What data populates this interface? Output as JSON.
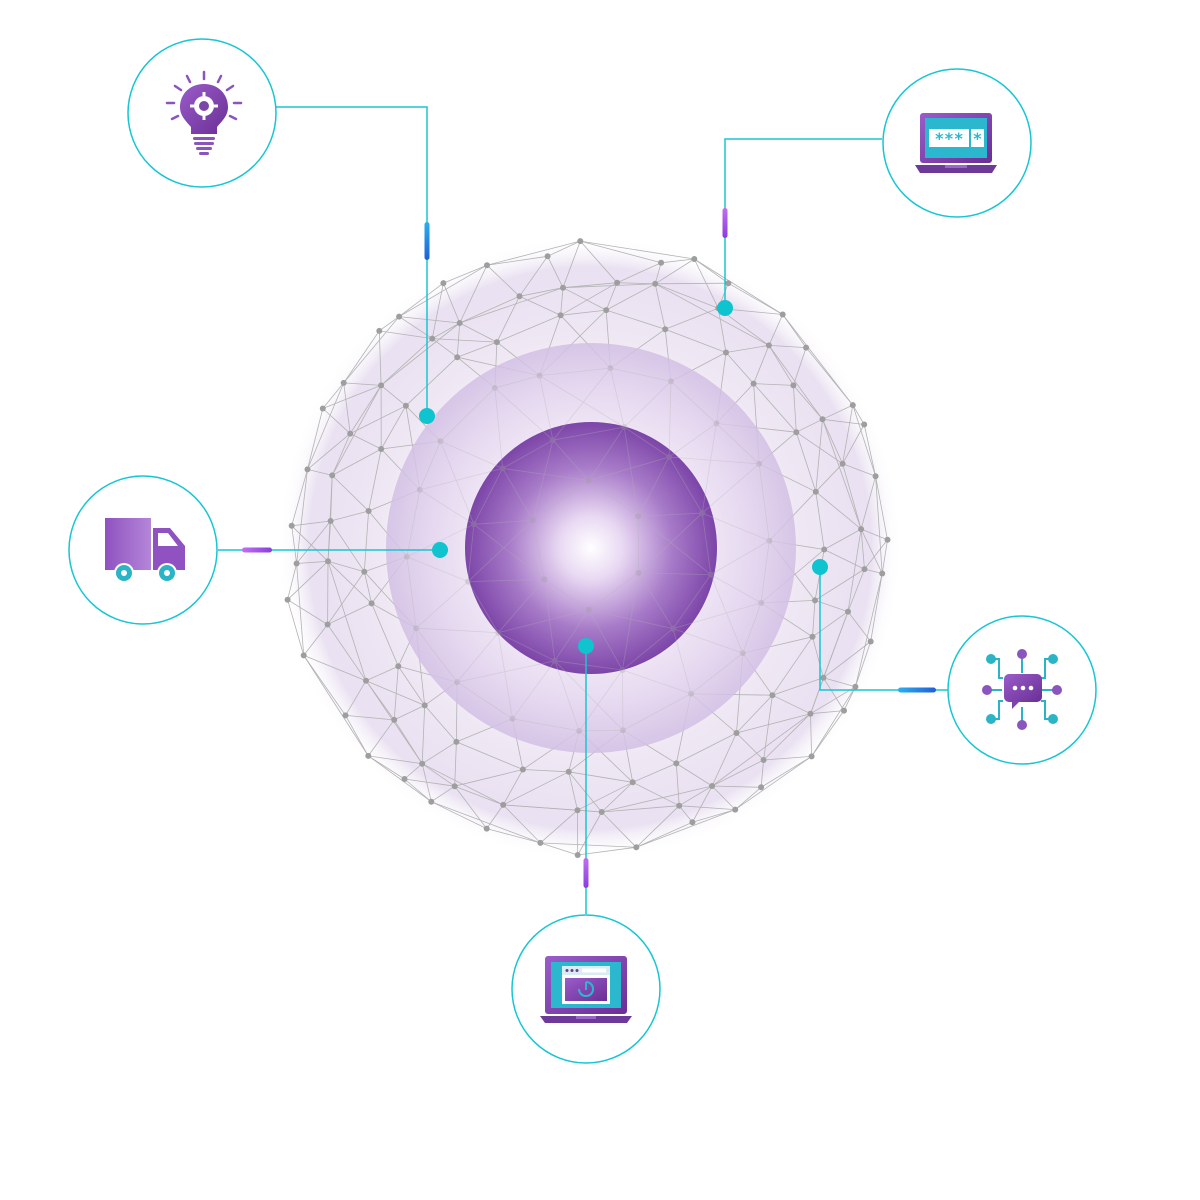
{
  "colors": {
    "connector": "#16c6d3",
    "node_dot": "#0fc3cf",
    "accent_blue": "#1a7fe6",
    "accent_purple": "#a44df0",
    "purple_dark": "#6e3a9a",
    "purple_mid": "#8f5cbf",
    "teal": "#2bb3c6",
    "mesh_line": "#b3b3b3",
    "mesh_point": "#9e9e9e",
    "orb_halo": "#e8e0f0"
  },
  "center": {
    "name": "purple-core-orb"
  },
  "nodes": [
    {
      "id": "innovation",
      "icon": "lightbulb-gear-icon"
    },
    {
      "id": "credentials",
      "icon": "laptop-password-icon"
    },
    {
      "id": "logistics",
      "icon": "delivery-truck-icon"
    },
    {
      "id": "communication",
      "icon": "chat-network-icon"
    },
    {
      "id": "web-access",
      "icon": "laptop-browser-touch-icon"
    }
  ]
}
